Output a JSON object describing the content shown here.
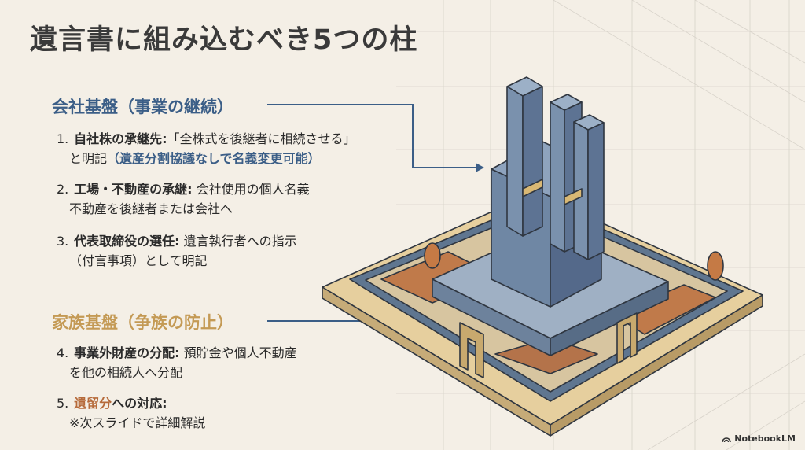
{
  "title": "遺言書に組み込むべき5つの柱",
  "sections": [
    {
      "heading": "会社基盤（事業の継続）",
      "items": [
        {
          "num": "1.",
          "label": "自社株の承継先:",
          "line1": "「全株式を後継者に相続させる」",
          "line2a": "と明記",
          "line2b": "（遺産分割協議なしで名義変更可能）"
        },
        {
          "num": "2.",
          "label": "工場・不動産の承継:",
          "line1": " 会社使用の個人名義",
          "line2": "不動産を後継者または会社へ"
        },
        {
          "num": "3.",
          "label": "代表取締役の選任:",
          "line1": " 遺言執行者への指示",
          "line2": "（付言事項）として明記"
        }
      ]
    },
    {
      "heading": "家族基盤（争族の防止）",
      "items": [
        {
          "num": "4.",
          "label": "事業外財産の分配:",
          "line1": " 預貯金や個人不動産",
          "line2": "を他の相続人へ分配"
        },
        {
          "num": "5.",
          "label_em": "遺留分",
          "label_rest": "への対応:",
          "line2": "※次スライドで詳細解説"
        }
      ]
    }
  ],
  "colors": {
    "company_accent": "#3b5e87",
    "family_accent": "#c49a55",
    "emphasis_orange": "#b66a3a"
  },
  "brand": "NotebookLM"
}
